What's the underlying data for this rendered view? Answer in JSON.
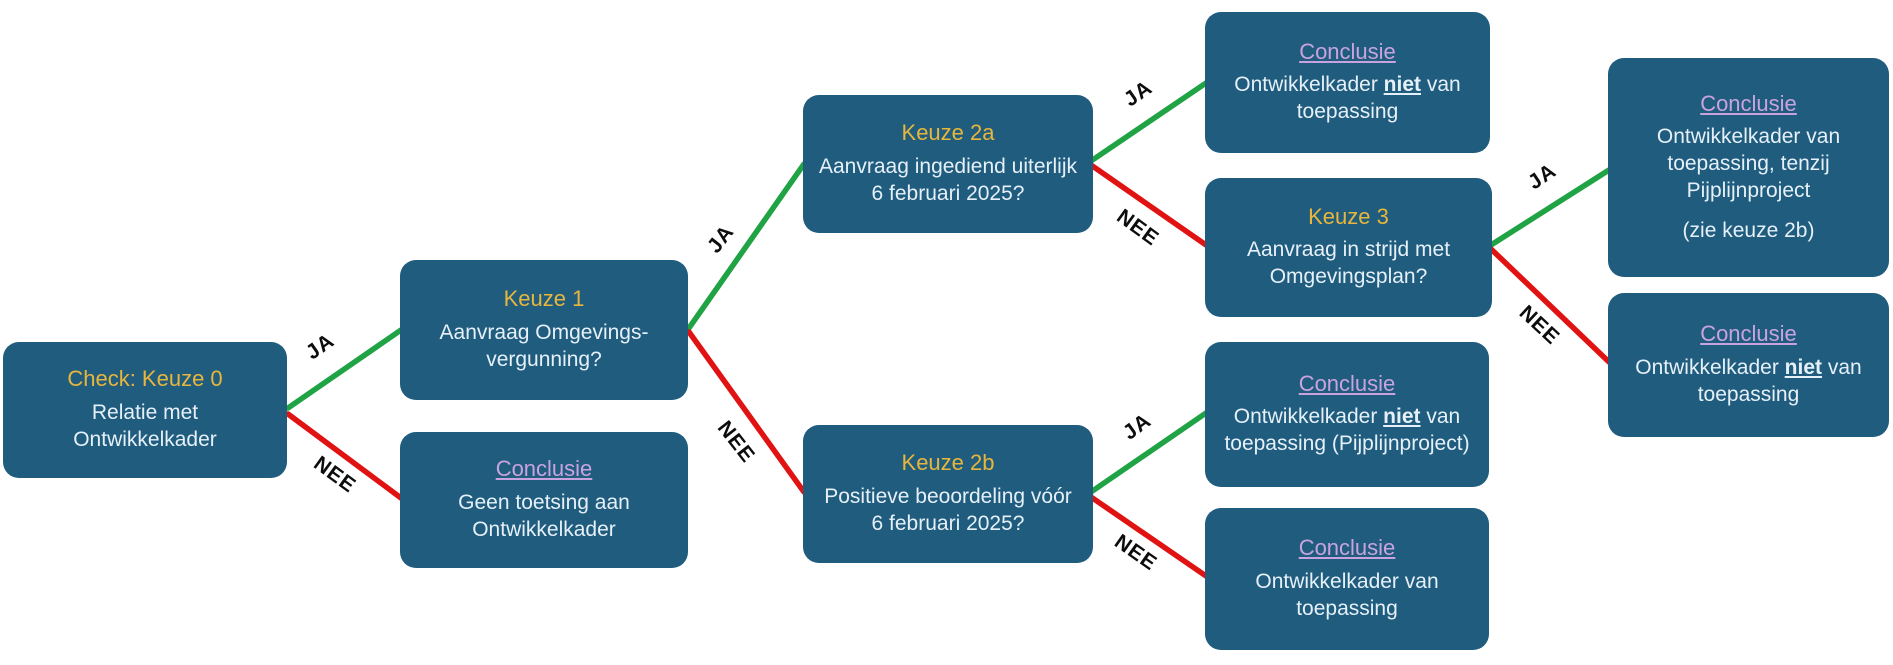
{
  "diagram": {
    "type": "decision-tree",
    "language": "nl",
    "colors": {
      "box": "#1F5C7E",
      "title-gold": "#E8B63C",
      "conclusie": "#C9A3E0",
      "body": "#E6F0F8",
      "yes": "#1FA344",
      "no": "#E01212",
      "edge-label": "#0D0D0D",
      "bg": "#FFFFFF"
    },
    "nodes": {
      "keuze0": {
        "kind": "keuze",
        "title": "Check: Keuze 0",
        "body": "Relatie met Ontwikkelkader"
      },
      "keuze1": {
        "kind": "keuze",
        "title": "Keuze 1",
        "body": "Aanvraag Omgevings-vergunning?"
      },
      "conclusie_geen_toetsing": {
        "kind": "conclusie",
        "title": "Conclusie",
        "body": "Geen toetsing aan Ontwikkelkader"
      },
      "keuze2a": {
        "kind": "keuze",
        "title": "Keuze 2a",
        "body": "Aanvraag ingediend uiterlijk 6 februari 2025?"
      },
      "keuze2b": {
        "kind": "keuze",
        "title": "Keuze 2b",
        "body": "Positieve beoordeling vóór 6 februari 2025?"
      },
      "conclusie_niet_boven": {
        "kind": "conclusie",
        "title": "Conclusie",
        "body_pre": "Ontwikkelkader ",
        "body_em": "niet",
        "body_post": " van toepassing"
      },
      "keuze3": {
        "kind": "keuze",
        "title": "Keuze 3",
        "body": "Aanvraag in strijd met Omgevingsplan?"
      },
      "conclusie_niet_pijplijn": {
        "kind": "conclusie",
        "title": "Conclusie",
        "body_pre": "Ontwikkelkader ",
        "body_em": "niet",
        "body_post": " van toepassing (Pijplijnproject)"
      },
      "conclusie_van_toepassing": {
        "kind": "conclusie",
        "title": "Conclusie",
        "body": "Ontwikkelkader van toepassing"
      },
      "conclusie_tenzij_pijplijn": {
        "kind": "conclusie",
        "title": "Conclusie",
        "body": "Ontwikkelkader van toepassing, tenzij Pijplijnproject",
        "body2": "(zie keuze 2b)"
      },
      "conclusie_niet_rechts": {
        "kind": "conclusie",
        "title": "Conclusie",
        "body_pre": "Ontwikkelkader ",
        "body_em": "niet",
        "body_post": " van toepassing"
      }
    },
    "edges": [
      {
        "from": "keuze0",
        "to": "keuze1",
        "label": "JA",
        "answer": "yes"
      },
      {
        "from": "keuze0",
        "to": "conclusie_geen_toetsing",
        "label": "NEE",
        "answer": "no"
      },
      {
        "from": "keuze1",
        "to": "keuze2a",
        "label": "JA",
        "answer": "yes"
      },
      {
        "from": "keuze1",
        "to": "keuze2b",
        "label": "NEE",
        "answer": "no"
      },
      {
        "from": "keuze2a",
        "to": "conclusie_niet_boven",
        "label": "JA",
        "answer": "yes"
      },
      {
        "from": "keuze2a",
        "to": "keuze3",
        "label": "NEE",
        "answer": "no"
      },
      {
        "from": "keuze2b",
        "to": "conclusie_niet_pijplijn",
        "label": "JA",
        "answer": "yes"
      },
      {
        "from": "keuze2b",
        "to": "conclusie_van_toepassing",
        "label": "NEE",
        "answer": "no"
      },
      {
        "from": "keuze3",
        "to": "conclusie_tenzij_pijplijn",
        "label": "JA",
        "answer": "yes"
      },
      {
        "from": "keuze3",
        "to": "conclusie_niet_rechts",
        "label": "NEE",
        "answer": "no"
      }
    ]
  }
}
